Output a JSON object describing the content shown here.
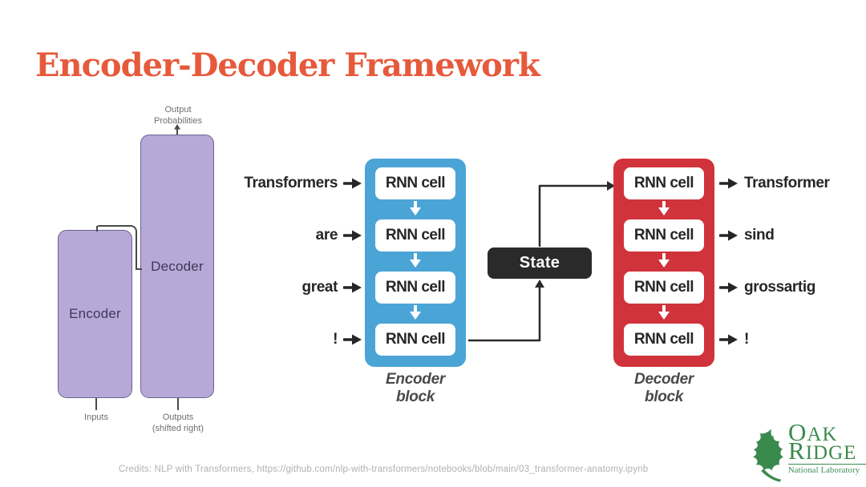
{
  "slide": {
    "title": "Encoder-Decoder Framework",
    "credits": "Credits: NLP with Transformers, https://github.com/nlp-with-transformers/notebooks/blob/main/03_transformer-anatomy.ipynb"
  },
  "colors": {
    "title_orange": "#E65A3C",
    "purple_fill": "#B7A9D7",
    "encoder_blue": "#4BA4D6",
    "decoder_red": "#D0333B",
    "state_black": "#2A2A2A",
    "ornl_green": "#3A8A4D"
  },
  "left_diagram": {
    "output_prob_line1": "Output",
    "output_prob_line2": "Probabilities",
    "decoder_label": "Decoder",
    "encoder_label": "Encoder",
    "inputs_label": "Inputs",
    "outputs_label": "Outputs",
    "outputs_note": "(shifted right)"
  },
  "rnn_diagram": {
    "encoder": {
      "caption": "Encoder block",
      "cells": [
        "RNN cell",
        "RNN cell",
        "RNN cell",
        "RNN cell"
      ],
      "inputs": [
        "Transformers",
        "are",
        "great",
        "!"
      ]
    },
    "state_label": "State",
    "decoder": {
      "caption": "Decoder block",
      "cells": [
        "RNN cell",
        "RNN cell",
        "RNN cell",
        "RNN cell"
      ],
      "outputs": [
        "Transformer",
        "sind",
        "grossartig",
        "!"
      ]
    }
  },
  "logo": {
    "oak_initial": "O",
    "oak_rest": "AK",
    "ridge_initial": "R",
    "ridge_rest": "IDGE",
    "subtitle": "National Laboratory"
  }
}
